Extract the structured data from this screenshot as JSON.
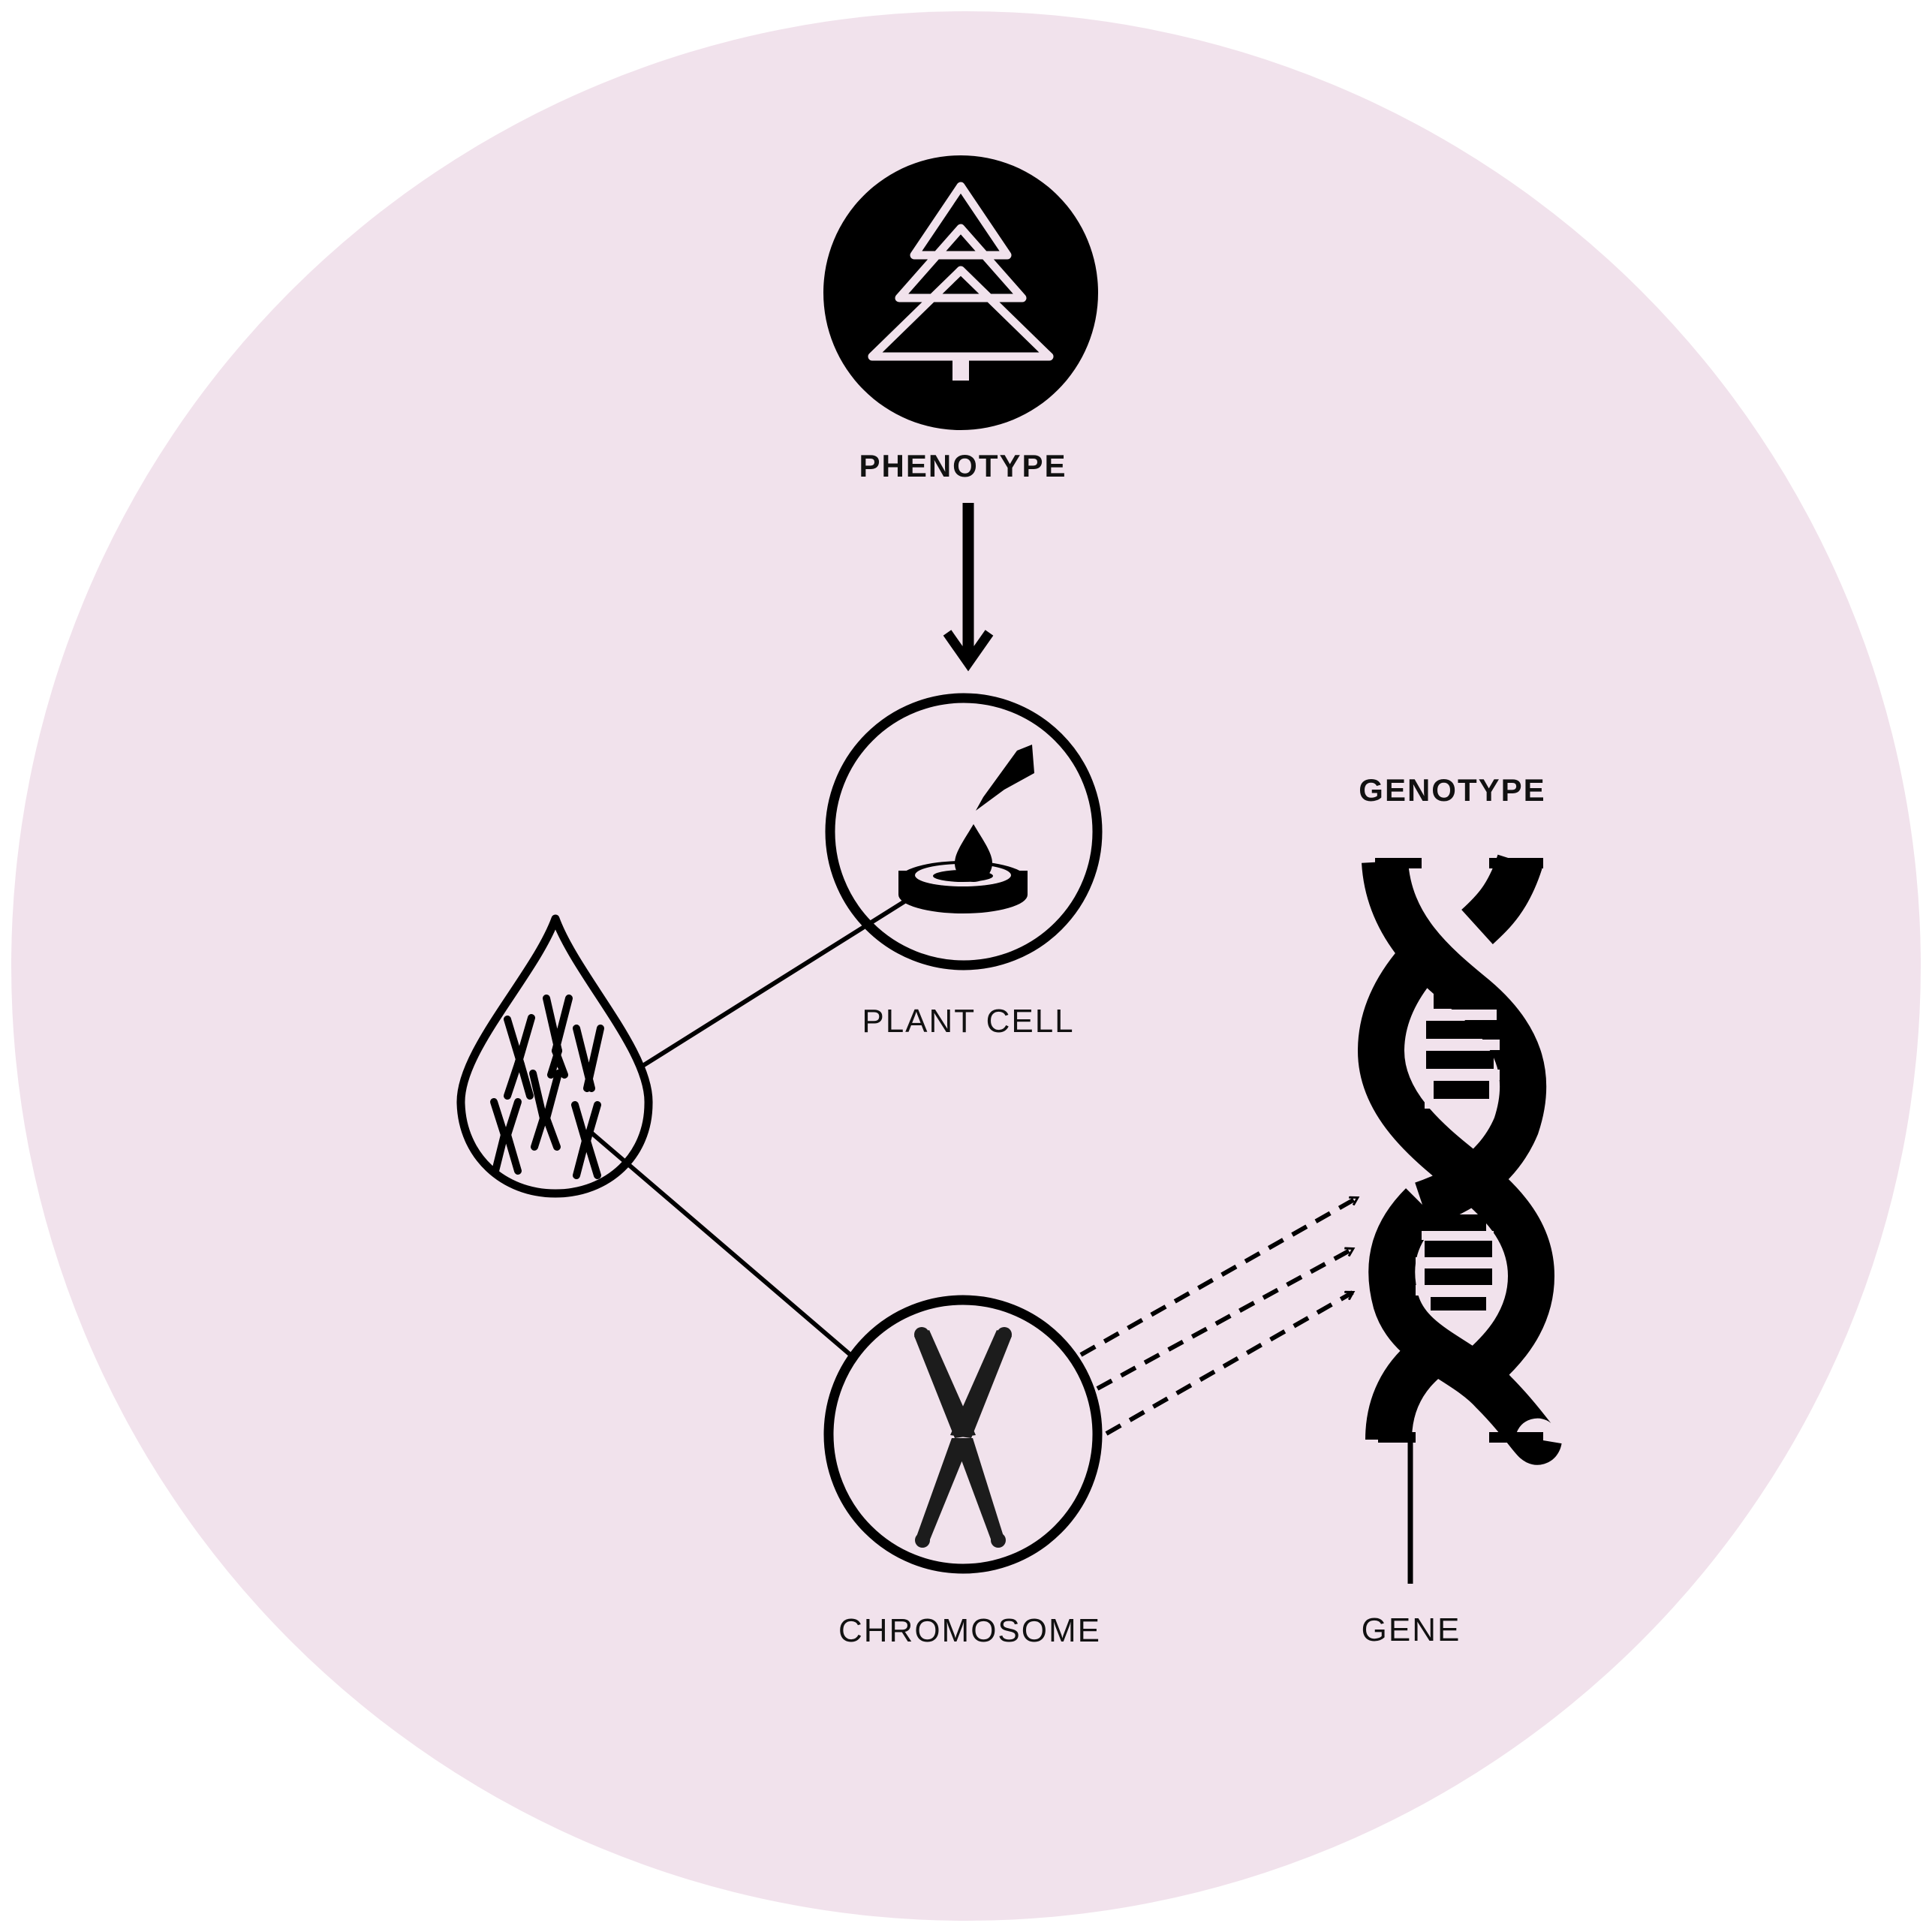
{
  "colors": {
    "background_disc": "#f1e2ec",
    "ink": "#000000",
    "chromosome_fill": "#1c1c1c"
  },
  "labels": {
    "phenotype": "PHENOTYPE",
    "genotype": "GENOTYPE",
    "plant_cell": "PLANT CELL",
    "chromosome": "CHROMOSOME",
    "gene": "GENE"
  },
  "icons": {
    "phenotype": "tree-icon",
    "plant_cell": "dropper-petri-dish-icon",
    "sample": "droplet-with-chromosomes-icon",
    "chromosome": "chromosome-icon",
    "genotype": "dna-double-helix-icon"
  }
}
